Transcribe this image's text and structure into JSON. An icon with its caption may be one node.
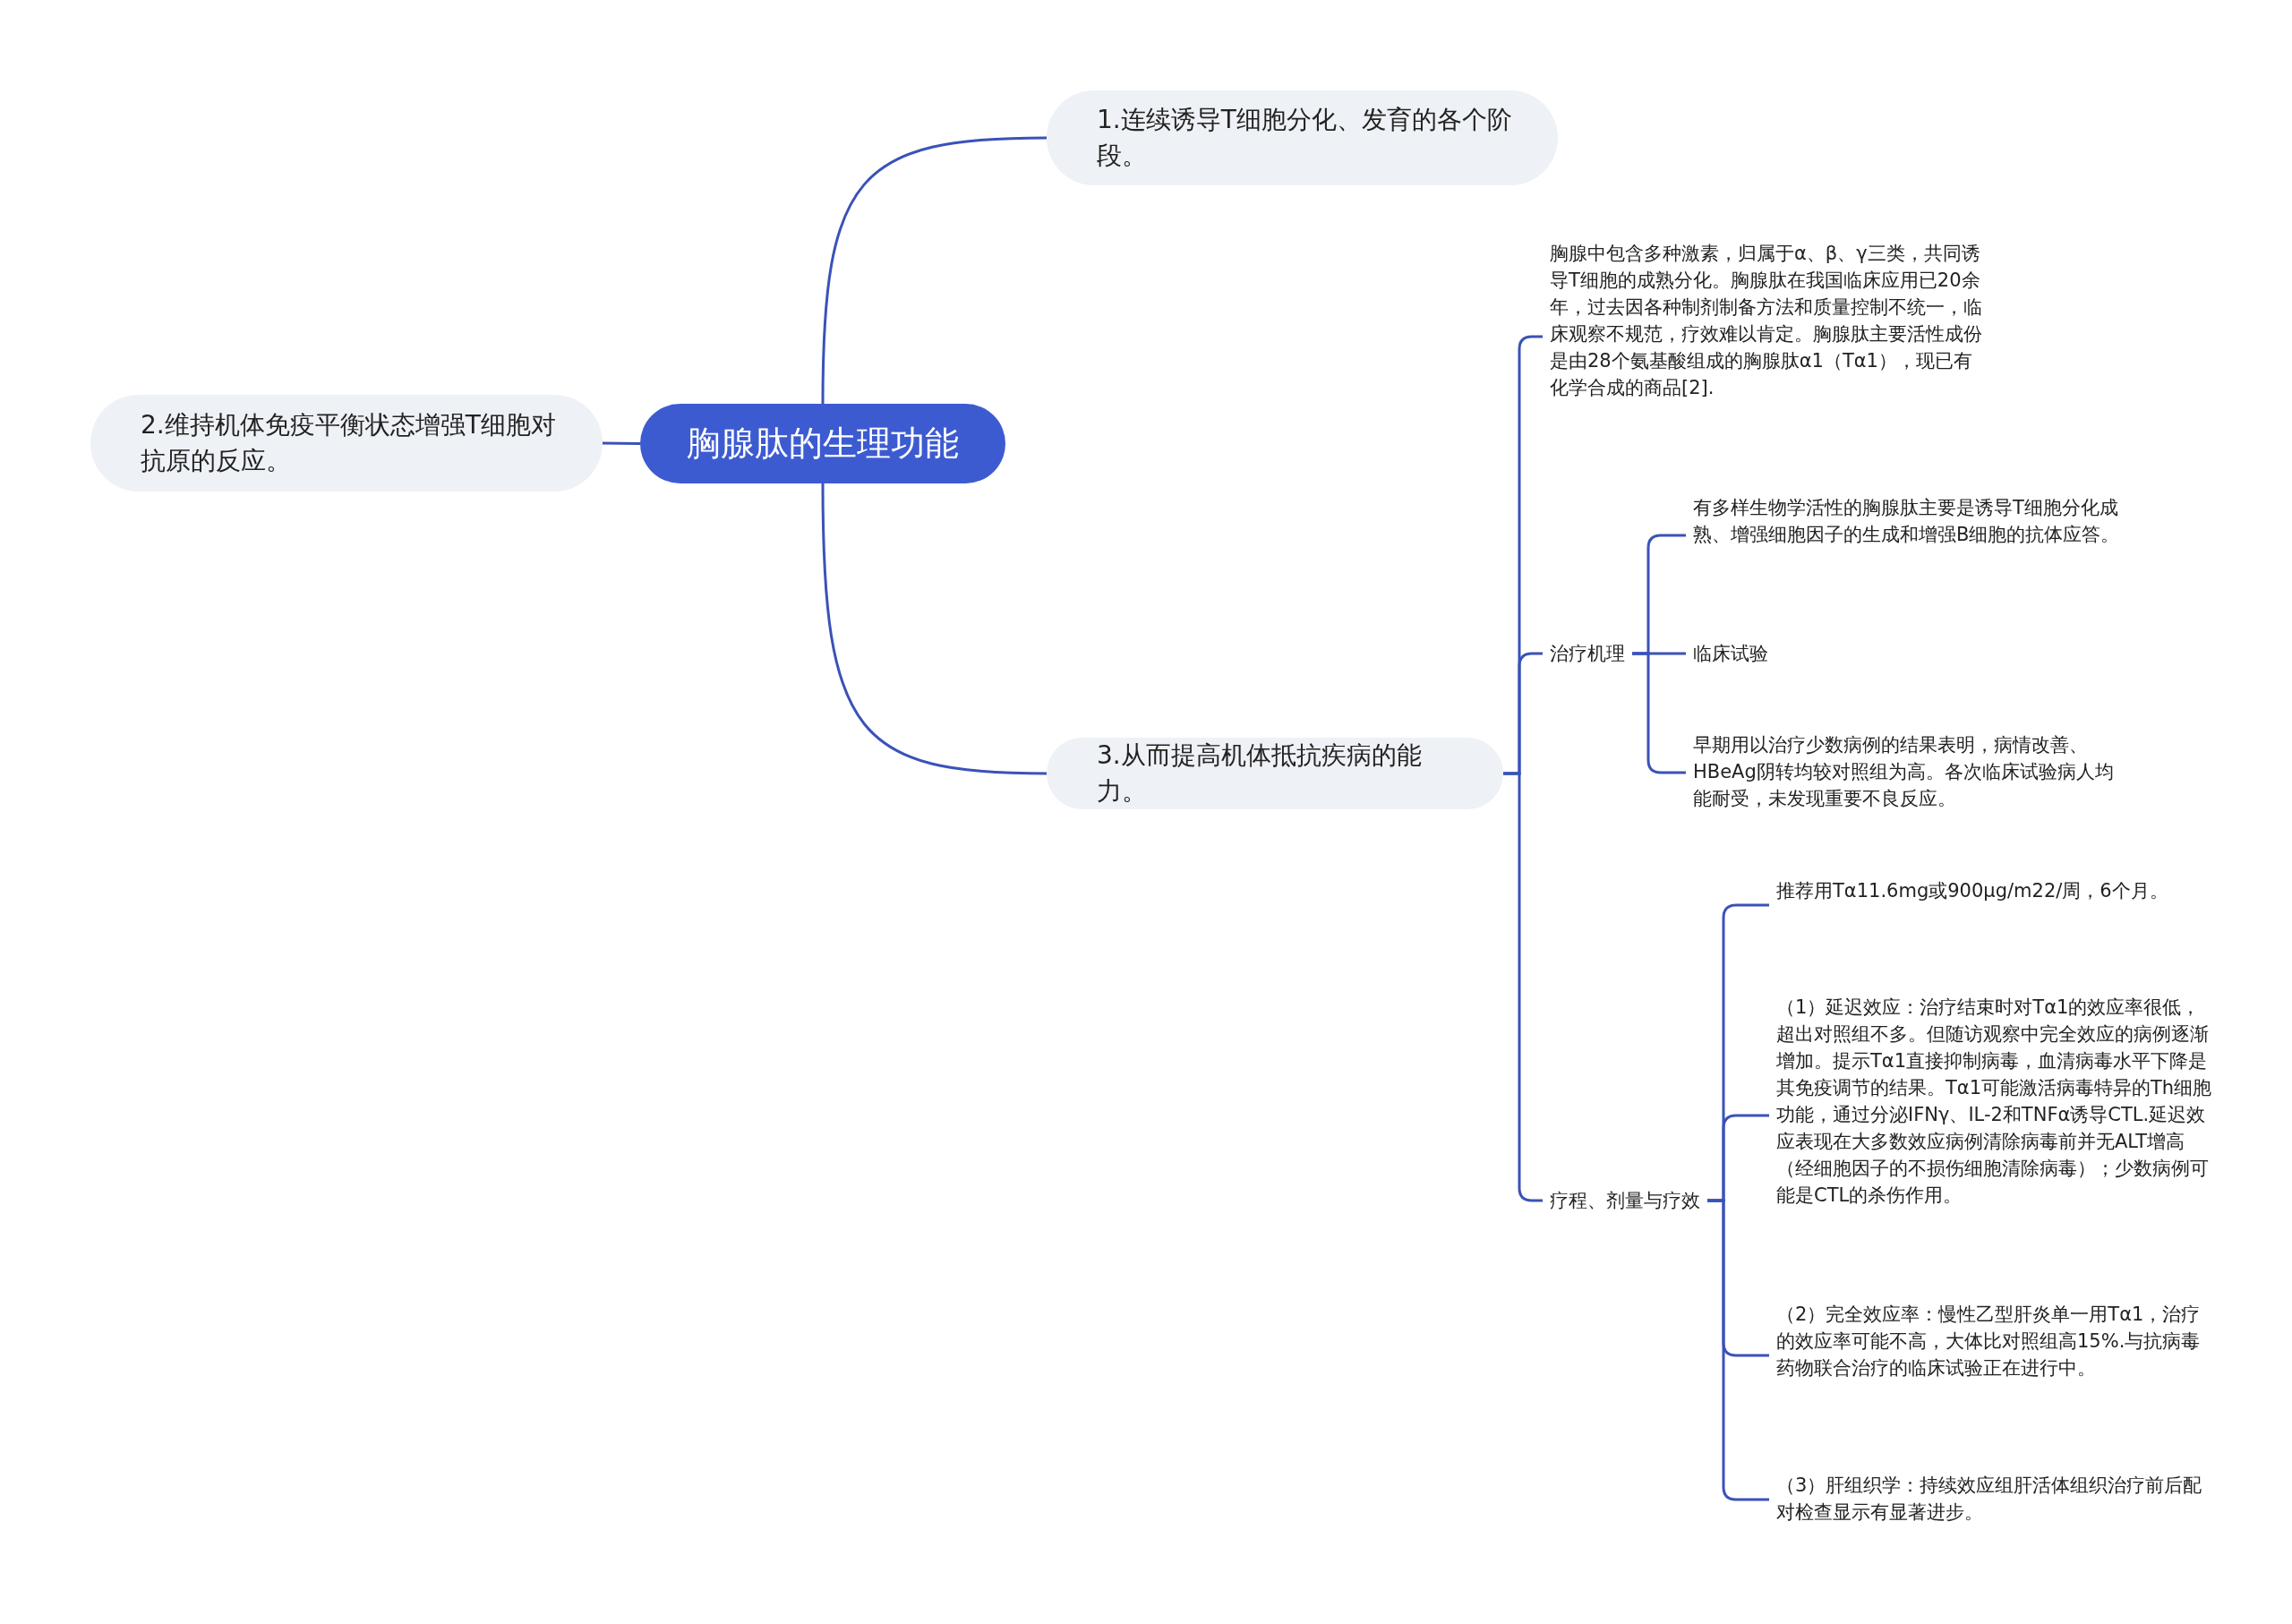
{
  "diagram": {
    "nodes": [
      {
        "text": [
          "胸腺肽的生理功能"
        ]
      },
      {
        "text": [
          "1.连续诱导T细胞分化、发育的各个阶段。"
        ]
      },
      {
        "text": [
          "2.维持机体免疫平衡状态增强T细胞对抗原的反应。"
        ]
      },
      {
        "text": [
          "3.从而提高机体抵抗疾病的能力。"
        ]
      },
      {
        "text": [
          "胸腺中包含多种激素，归属于α、β、γ三类，共同诱导T细胞的成熟分化。胸腺肽在我国临床应用已20余年，过去因各种制剂制备方法和质量控制不统一，临床观察不规范，疗效难以肯定。胸腺肽主要活性成份是由28个氨基酸组成的胸腺肽α1（Tα1），现已有化学合成的商品[2]."
        ]
      },
      {
        "text": [
          "治疗机理"
        ]
      },
      {
        "text": [
          "有多样生物学活性的胸腺肽主要是诱导T细胞分化成熟、增强细胞因子的生成和增强B细胞的抗体应答。"
        ]
      },
      {
        "text": [
          "临床试验"
        ]
      },
      {
        "text": [
          "早期用以治疗少数病例的结果表明，病情改善、HBeAg阴转均较对照组为高。各次临床试验病人均能耐受，未发现重要不良反应。"
        ]
      },
      {
        "text": [
          "疗程、剂量与疗效"
        ]
      },
      {
        "text": [
          "推荐用Tα11.6mg或900μg/m22/周，6个月。"
        ]
      },
      {
        "text": [
          "（1）延迟效应：治疗结束时对Tα1的效应率很低，超出对照组不多。但随访观察中完全效应的病例逐渐增加。提示Tα1直接抑制病毒，血清病毒水平下降是其免疫调节的结果。Tα1可能激活病毒特异的Th细胞功能，通过分泌IFNγ、IL-2和TNFα诱导CTL.延迟效应表现在大多数效应病例清除病毒前并无ALT增高（经细胞因子的不损伤细胞清除病毒）；少数病例可能是CTL的杀伤作用。"
        ]
      },
      {
        "text": [
          "（2）完全效应率：慢性乙型肝炎单一用Tα1，治疗的效应率可能不高，大体比对照组高15%.与抗病毒药物联合治疗的临床试验正在进行中。"
        ]
      },
      {
        "text": [
          "（3）肝组织学：持续效应组肝活体组织治疗前后配对检查显示有显著进步。"
        ]
      }
    ],
    "edges": [
      {
        "from": 0,
        "to": 1,
        "arrow": "none"
      },
      {
        "from": 0,
        "to": 2,
        "arrow": "none"
      },
      {
        "from": 0,
        "to": 3,
        "arrow": "none"
      },
      {
        "from": 3,
        "to": 4,
        "arrow": "none"
      },
      {
        "from": 3,
        "to": 5,
        "arrow": "none"
      },
      {
        "from": 3,
        "to": 9,
        "arrow": "none"
      },
      {
        "from": 5,
        "to": 6,
        "arrow": "none"
      },
      {
        "from": 5,
        "to": 7,
        "arrow": "none"
      },
      {
        "from": 5,
        "to": 8,
        "arrow": "none"
      },
      {
        "from": 9,
        "to": 10,
        "arrow": "none"
      },
      {
        "from": 9,
        "to": 11,
        "arrow": "none"
      },
      {
        "from": 9,
        "to": 12,
        "arrow": "none"
      },
      {
        "from": 9,
        "to": 13,
        "arrow": "none"
      }
    ]
  }
}
